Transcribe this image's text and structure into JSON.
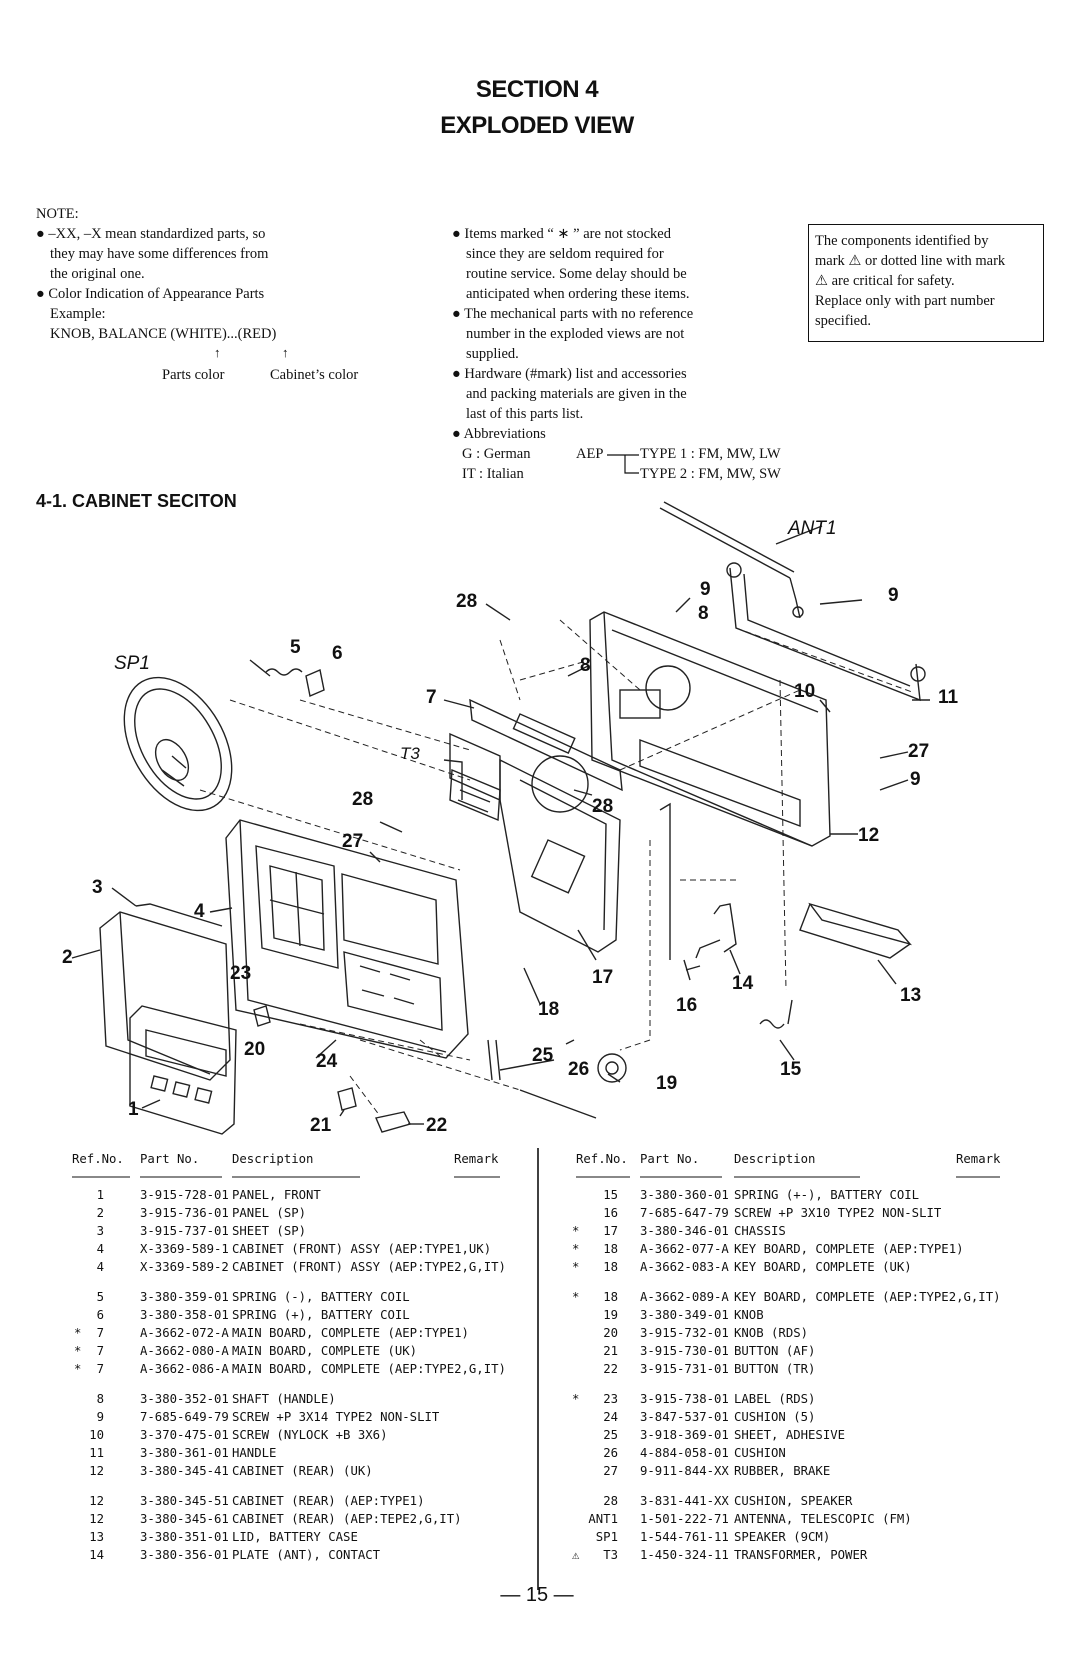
{
  "header": {
    "section": "SECTION 4",
    "title": "EXPLODED VIEW"
  },
  "notes": {
    "left": [
      "NOTE:",
      "● –XX, –X mean standardized parts, so",
      "they may have some differences from",
      "the original one.",
      "● Color Indication of Appearance Parts",
      "Example:",
      "KNOB, BALANCE (WHITE)...(RED)",
      "Parts color",
      "Cabinet’s color"
    ],
    "middle": [
      "● Items marked “ ∗ ” are not stocked",
      "since they are seldom required for",
      "routine service. Some delay should be",
      "anticipated when ordering these items.",
      "● The mechanical parts with no reference",
      "number in the exploded views are not",
      "supplied.",
      "● Hardware (#mark) list and accessories",
      "and packing materials are given in the",
      "last of this parts list.",
      "● Abbreviations",
      "G : German",
      "IT : Italian",
      "AEP",
      "TYPE 1 : FM, MW, LW",
      "TYPE 2 : FM, MW, SW"
    ],
    "safety": [
      "The components identified by",
      "mark ⚠ or dotted line with mark",
      "⚠ are critical for safety.",
      "Replace only with part number",
      "specified."
    ]
  },
  "subsection": "4-1.  CABINET SECITON",
  "diagram_labels": [
    "ANT1",
    "9",
    "8",
    "9",
    "28",
    "8",
    "11",
    "SP1",
    "5",
    "6",
    "7",
    "10",
    "T3",
    "27",
    "9",
    "28",
    "28",
    "27",
    "12",
    "3",
    "4",
    "2",
    "23",
    "17",
    "14",
    "13",
    "18",
    "16",
    "20",
    "24",
    "25",
    "26",
    "19",
    "15",
    "1",
    "21",
    "22"
  ],
  "table": {
    "headers": [
      "Ref.No.",
      "Part No.",
      "Description",
      "Remark"
    ],
    "left": [
      {
        "mark": "",
        "ref": "1",
        "part": "3-915-728-01",
        "desc": "PANEL, FRONT"
      },
      {
        "mark": "",
        "ref": "2",
        "part": "3-915-736-01",
        "desc": "PANEL (SP)"
      },
      {
        "mark": "",
        "ref": "3",
        "part": "3-915-737-01",
        "desc": "SHEET (SP)"
      },
      {
        "mark": "",
        "ref": "4",
        "part": "X-3369-589-1",
        "desc": "CABINET (FRONT) ASSY (AEP:TYPE1,UK)"
      },
      {
        "mark": "",
        "ref": "4",
        "part": "X-3369-589-2",
        "desc": "CABINET (FRONT) ASSY (AEP:TYPE2,G,IT)"
      },
      {
        "mark": "",
        "ref": "5",
        "part": "3-380-359-01",
        "desc": "SPRING (-), BATTERY COIL"
      },
      {
        "mark": "",
        "ref": "6",
        "part": "3-380-358-01",
        "desc": "SPRING (+), BATTERY COIL"
      },
      {
        "mark": "*",
        "ref": "7",
        "part": "A-3662-072-A",
        "desc": "MAIN BOARD, COMPLETE (AEP:TYPE1)"
      },
      {
        "mark": "*",
        "ref": "7",
        "part": "A-3662-080-A",
        "desc": "MAIN BOARD, COMPLETE (UK)"
      },
      {
        "mark": "*",
        "ref": "7",
        "part": "A-3662-086-A",
        "desc": "MAIN BOARD, COMPLETE (AEP:TYPE2,G,IT)"
      },
      {
        "mark": "",
        "ref": "8",
        "part": "3-380-352-01",
        "desc": "SHAFT (HANDLE)"
      },
      {
        "mark": "",
        "ref": "9",
        "part": "7-685-649-79",
        "desc": "SCREW +P 3X14 TYPE2 NON-SLIT"
      },
      {
        "mark": "",
        "ref": "10",
        "part": "3-370-475-01",
        "desc": "SCREW (NYLOCK +B 3X6)"
      },
      {
        "mark": "",
        "ref": "11",
        "part": "3-380-361-01",
        "desc": "HANDLE"
      },
      {
        "mark": "",
        "ref": "12",
        "part": "3-380-345-41",
        "desc": "CABINET (REAR) (UK)"
      },
      {
        "mark": "",
        "ref": "12",
        "part": "3-380-345-51",
        "desc": "CABINET (REAR) (AEP:TYPE1)"
      },
      {
        "mark": "",
        "ref": "12",
        "part": "3-380-345-61",
        "desc": "CABINET (REAR) (AEP:TEPE2,G,IT)"
      },
      {
        "mark": "",
        "ref": "13",
        "part": "3-380-351-01",
        "desc": "LID, BATTERY CASE"
      },
      {
        "mark": "",
        "ref": "14",
        "part": "3-380-356-01",
        "desc": "PLATE (ANT), CONTACT"
      }
    ],
    "right": [
      {
        "mark": "",
        "ref": "15",
        "part": "3-380-360-01",
        "desc": "SPRING (+-), BATTERY COIL"
      },
      {
        "mark": "",
        "ref": "16",
        "part": "7-685-647-79",
        "desc": "SCREW +P 3X10 TYPE2 NON-SLIT"
      },
      {
        "mark": "*",
        "ref": "17",
        "part": "3-380-346-01",
        "desc": "CHASSIS"
      },
      {
        "mark": "*",
        "ref": "18",
        "part": "A-3662-077-A",
        "desc": "KEY BOARD, COMPLETE (AEP:TYPE1)"
      },
      {
        "mark": "*",
        "ref": "18",
        "part": "A-3662-083-A",
        "desc": "KEY BOARD, COMPLETE (UK)"
      },
      {
        "mark": "*",
        "ref": "18",
        "part": "A-3662-089-A",
        "desc": "KEY BOARD, COMPLETE (AEP:TYPE2,G,IT)"
      },
      {
        "mark": "",
        "ref": "19",
        "part": "3-380-349-01",
        "desc": "KNOB"
      },
      {
        "mark": "",
        "ref": "20",
        "part": "3-915-732-01",
        "desc": "KNOB (RDS)"
      },
      {
        "mark": "",
        "ref": "21",
        "part": "3-915-730-01",
        "desc": "BUTTON (AF)"
      },
      {
        "mark": "",
        "ref": "22",
        "part": "3-915-731-01",
        "desc": "BUTTON (TR)"
      },
      {
        "mark": "*",
        "ref": "23",
        "part": "3-915-738-01",
        "desc": "LABEL (RDS)"
      },
      {
        "mark": "",
        "ref": "24",
        "part": "3-847-537-01",
        "desc": "CUSHION (5)"
      },
      {
        "mark": "",
        "ref": "25",
        "part": "3-918-369-01",
        "desc": "SHEET, ADHESIVE"
      },
      {
        "mark": "",
        "ref": "26",
        "part": "4-884-058-01",
        "desc": "CUSHION"
      },
      {
        "mark": "",
        "ref": "27",
        "part": "9-911-844-XX",
        "desc": "RUBBER, BRAKE"
      },
      {
        "mark": "",
        "ref": "28",
        "part": "3-831-441-XX",
        "desc": "CUSHION, SPEAKER"
      },
      {
        "mark": "",
        "ref": "ANT1",
        "part": "1-501-222-71",
        "desc": "ANTENNA, TELESCOPIC (FM)"
      },
      {
        "mark": "",
        "ref": "SP1",
        "part": "1-544-761-11",
        "desc": "SPEAKER (9CM)"
      },
      {
        "mark": "⚠",
        "ref": "T3",
        "part": "1-450-324-11",
        "desc": "TRANSFORMER, POWER"
      }
    ]
  },
  "page_number": "— 15 —"
}
